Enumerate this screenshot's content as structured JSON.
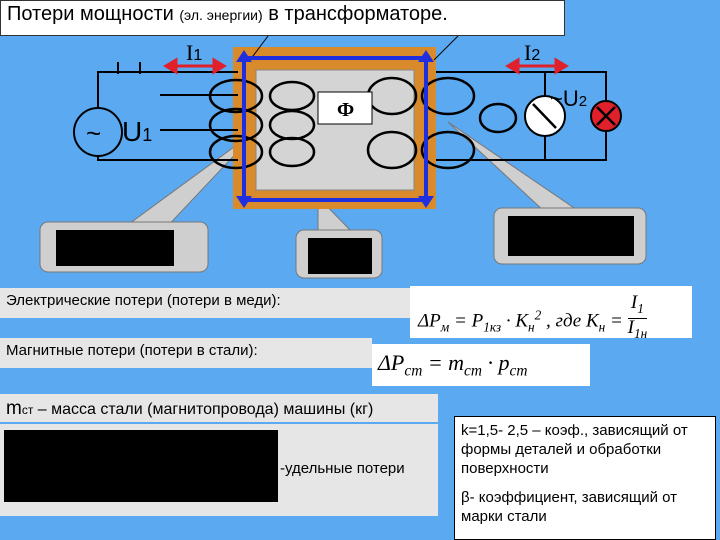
{
  "title": {
    "part1": "Потери мощности ",
    "part2": "(эл. энергии)",
    "part3": "  в трансформаторе."
  },
  "diagram": {
    "i1_label": "I",
    "i1_sub": "1",
    "i2_label": "I",
    "i2_sub": "2",
    "u1_label": "U",
    "u1_sub": "1",
    "u2_label": "~U",
    "u2_sub": "2",
    "flux_label": "Ф",
    "ac_symbol": "~"
  },
  "electric_losses": {
    "label": "Электрические потери (потери в меди):",
    "formula_lhs": "ΔP",
    "formula_lhs_sub": "м",
    "formula_eq": " = P",
    "formula_p_sub": "1кз",
    "formula_mid": " · K",
    "formula_k_sub": "н",
    "formula_k_sup": "2",
    "formula_where": " , где  K",
    "formula_where_sub": "н",
    "formula_eq2": " = ",
    "formula_num": "I",
    "formula_num_sub": "1",
    "formula_den": "I",
    "formula_den_sub": "1н"
  },
  "magnetic_losses": {
    "label": "Магнитные потери (потери в стали):",
    "formula_lhs": "ΔP",
    "formula_lhs_sub": "ст",
    "formula_eq": " = m",
    "formula_m_sub": "ст",
    "formula_dot": "  · p",
    "formula_p_sub": "ст"
  },
  "mass_line": {
    "symbol": "m",
    "symbol_sub": "ст",
    "text": " – масса стали (магнитопровода) машины (кг)"
  },
  "specific_losses": {
    "text": "-удельные потери"
  },
  "notes": {
    "k_line": "k=1,5- 2,5 – коэф., зависящий от формы деталей и обработки поверхности",
    "beta_line": "β- коэффициент, зависящий от марки стали"
  },
  "colors": {
    "background": "#5aa9f1",
    "core": "#d98a2a",
    "arrow_blue": "#1f2fe0",
    "arrow_red": "#e0202a",
    "lamp": "#e0202a"
  }
}
